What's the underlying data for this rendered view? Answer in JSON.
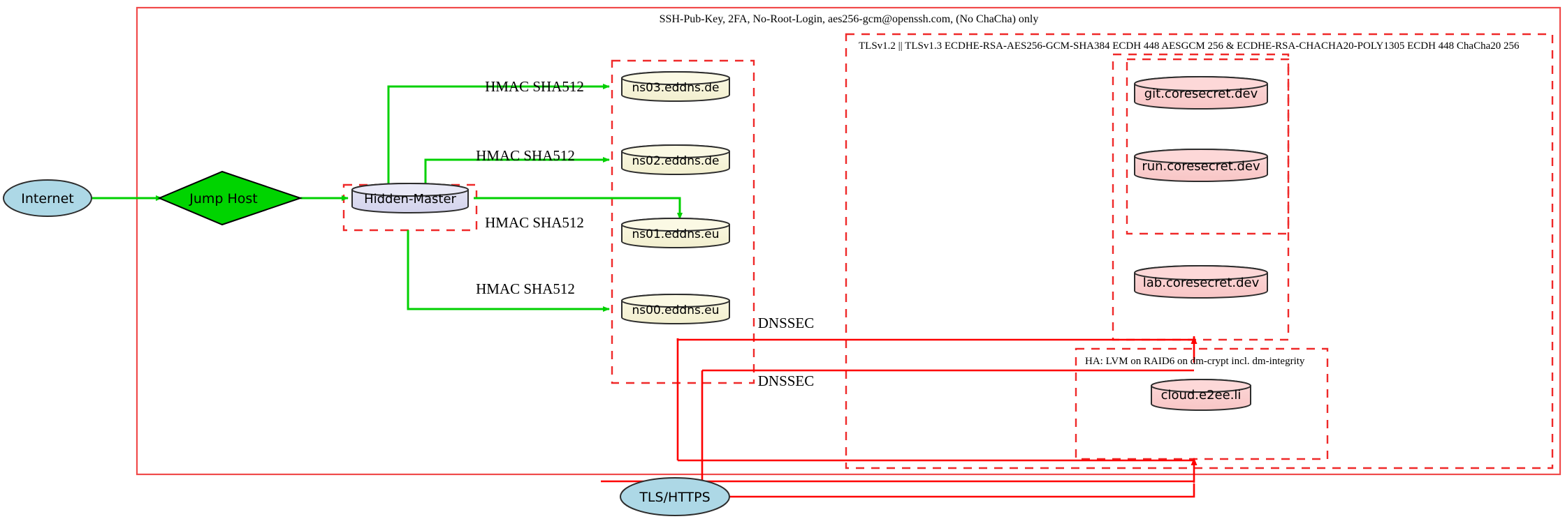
{
  "diagram": {
    "title_top": "SSH-Pub-Key, 2FA, No-Root-Login, aes256-gcm@openssh.com, (No ChaCha) only",
    "tls_policy": "TLSv1.2 || TLSv1.3 ECDHE-RSA-AES256-GCM-SHA384 ECDH 448 AESGCM 256 & ECDHE-RSA-CHACHA20-POLY1305 ECDH 448 ChaCha20 256",
    "ha_note": "HA: LVM on RAID6 on dm-crypt incl. dm-integrity"
  },
  "nodes": {
    "internet": "Internet",
    "jump_host": "Jump Host",
    "hidden_master": "Hidden-Master",
    "tls_https": "TLS/HTTPS",
    "ns03": "ns03.eddns.de",
    "ns02": "ns02.eddns.de",
    "ns01": "ns01.eddns.eu",
    "ns00": "ns00.eddns.eu",
    "git": "git.coresecret.dev",
    "run": "run.coresecret.dev",
    "lab": "lab.coresecret.dev",
    "cloud": "cloud.e2ee.li"
  },
  "edges": {
    "hmac_1": "HMAC SHA512",
    "hmac_2": "HMAC SHA512",
    "hmac_3": "HMAC SHA512",
    "hmac_4": "HMAC SHA512",
    "dnssec_1": "DNSSEC",
    "dnssec_2": "DNSSEC"
  },
  "colors": {
    "boundary_red": "#ef2929",
    "edge_green": "#00d000",
    "edge_red": "#fe0000",
    "node_blue": "#add8e6",
    "node_green": "#00d400",
    "node_lavender": "#dcdcf0",
    "node_yellow": "#f7f5d8",
    "node_pink": "#fbcfcf",
    "stroke_dark": "#2d2d2d"
  }
}
